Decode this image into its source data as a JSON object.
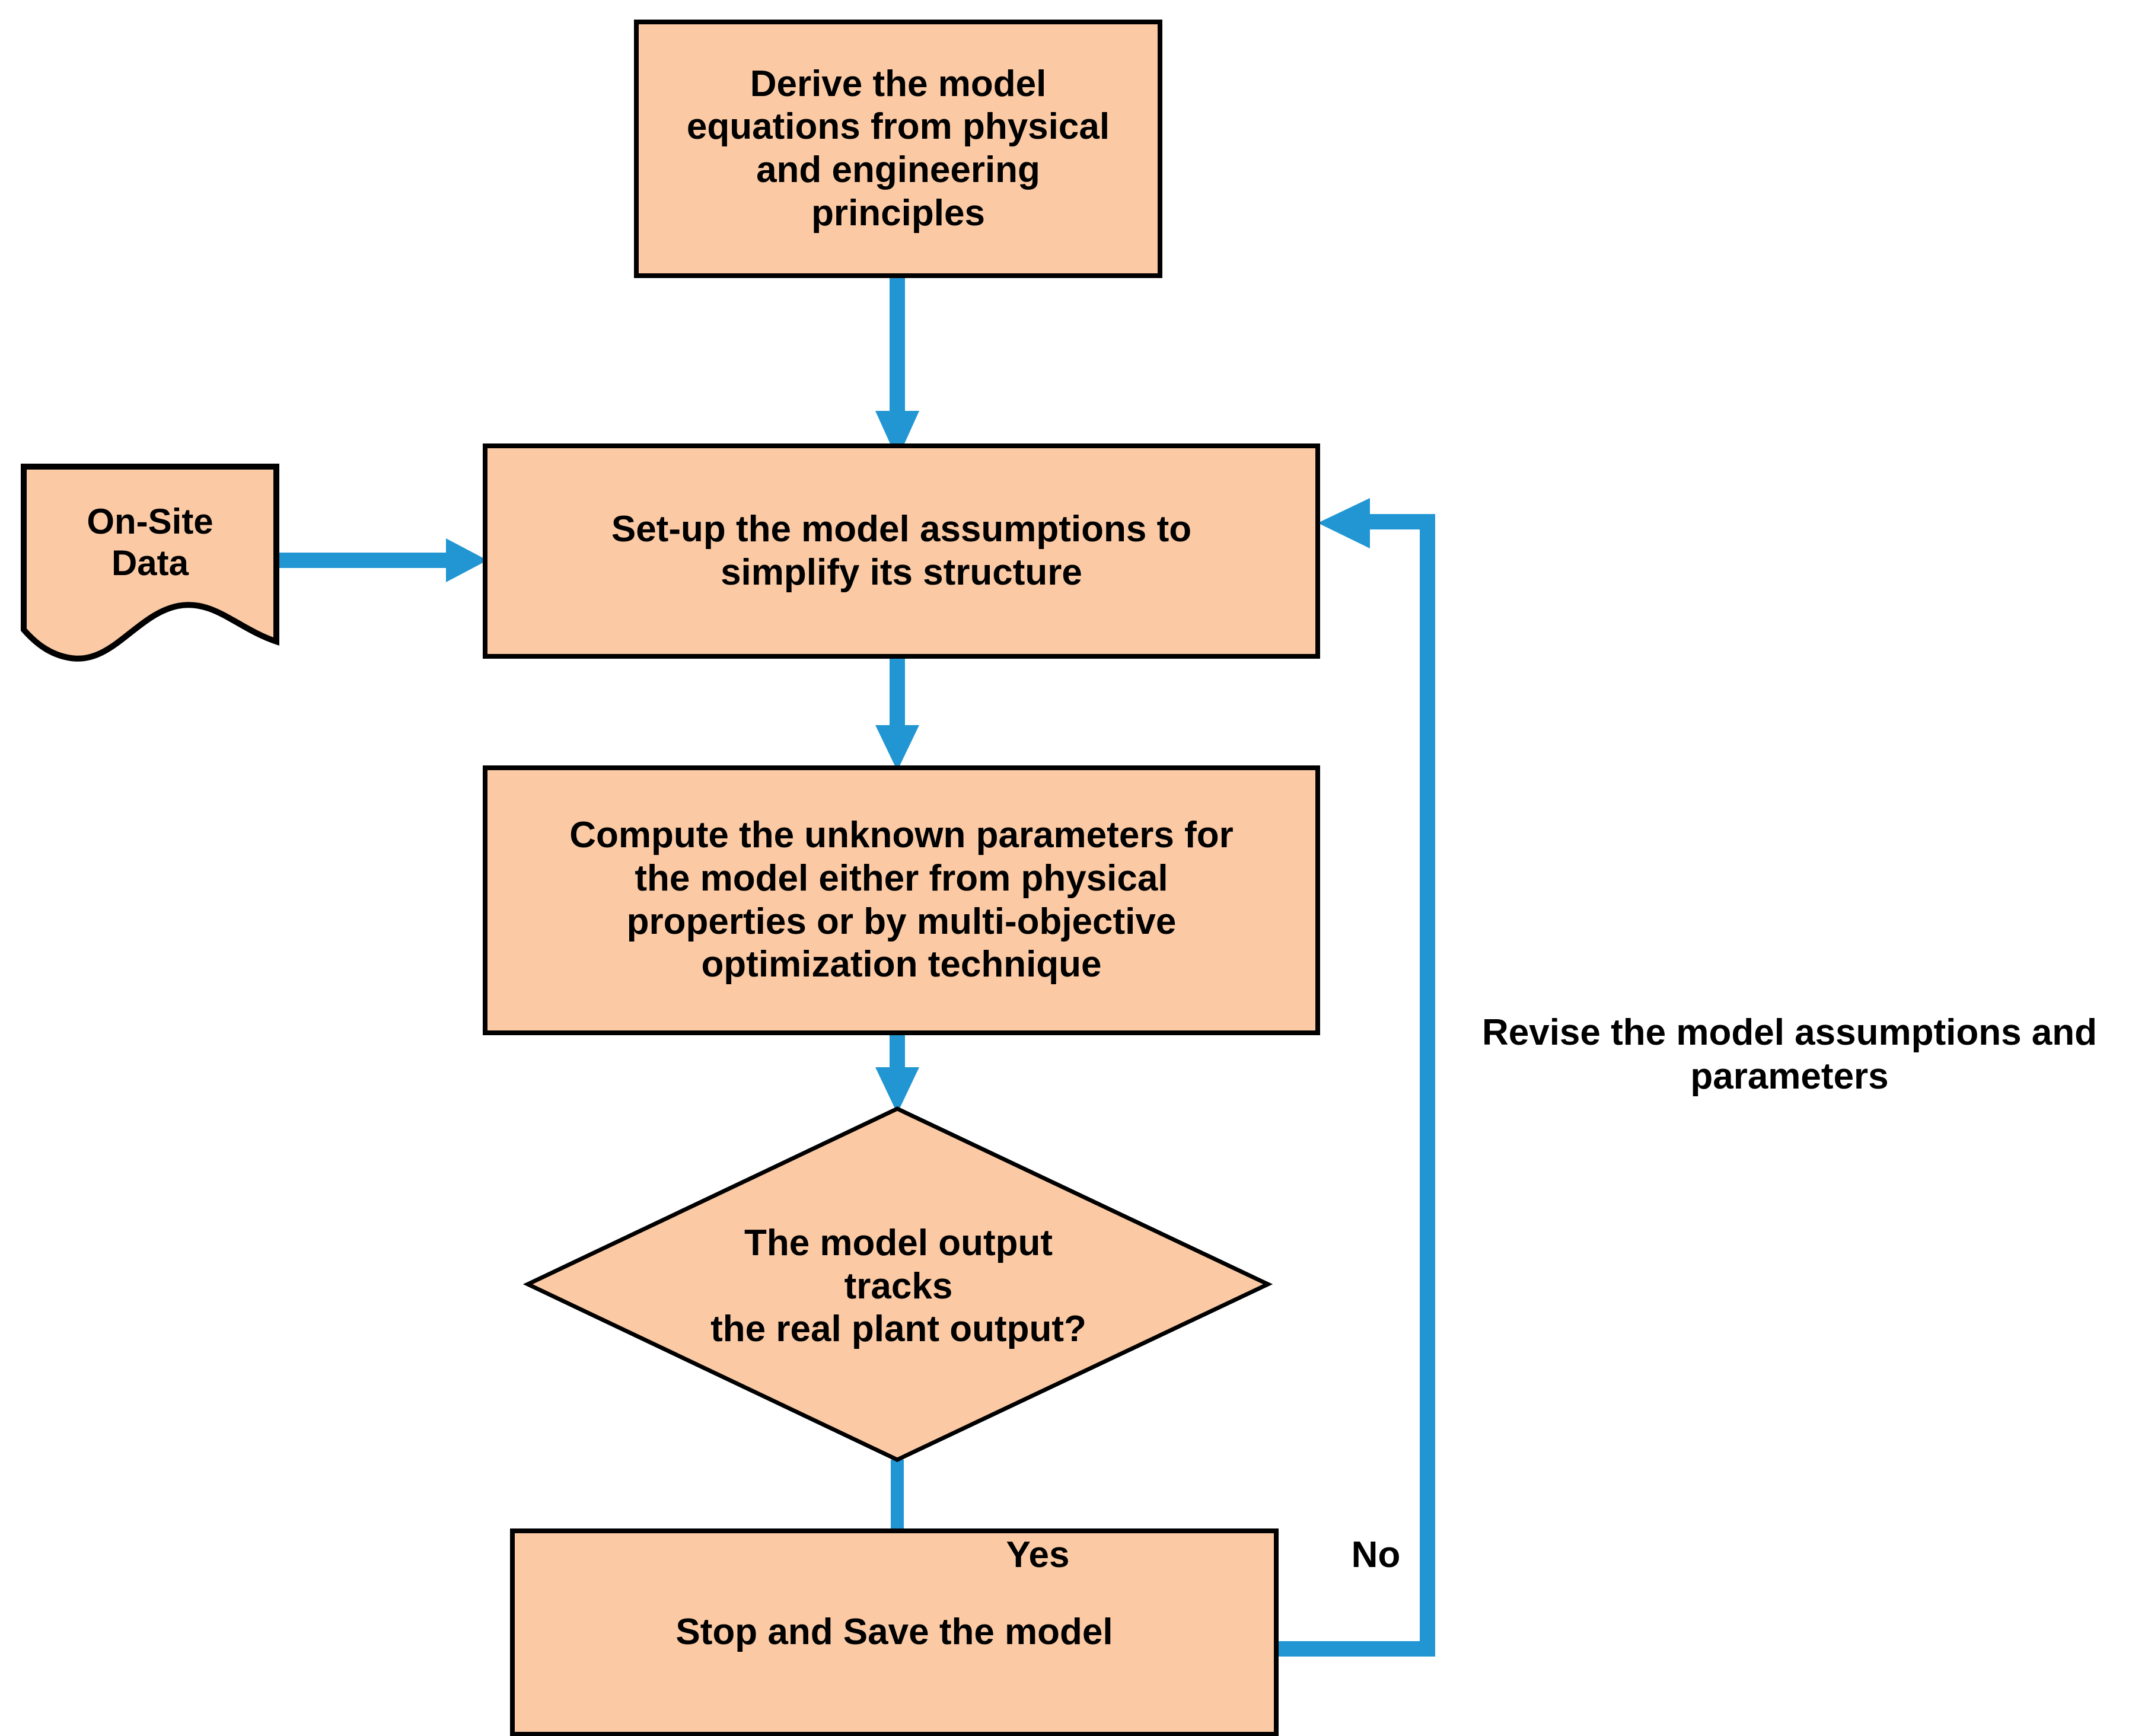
{
  "diagram": {
    "title": "Model development and validation flowchart",
    "colors": {
      "node_fill": "#FBCAA5",
      "node_stroke": "#000000",
      "arrow": "#2196D3",
      "text": "#000000",
      "background": "#FFFFFF"
    }
  },
  "nodes": [
    {
      "id": "derive-model-equations",
      "shape": "process",
      "label": "Derive the model\nequations from physical\nand engineering\nprinciples"
    },
    {
      "id": "on-site-data",
      "shape": "document",
      "label": "On-Site\nData"
    },
    {
      "id": "set-up-assumptions",
      "shape": "process",
      "label": "Set-up the model assumptions to\nsimplify its structure"
    },
    {
      "id": "compute-parameters",
      "shape": "process",
      "label": "Compute the unknown parameters for\nthe model either from physical\nproperties or by multi-objective\noptimization technique"
    },
    {
      "id": "model-output-tracks-decision",
      "shape": "decision",
      "label": "The model output\ntracks\nthe real plant output?"
    },
    {
      "id": "stop-and-save",
      "shape": "process",
      "label": "Stop and Save the model"
    }
  ],
  "edges": [
    {
      "id": "derive-to-setup",
      "from": "derive-model-equations",
      "to": "set-up-assumptions",
      "label": ""
    },
    {
      "id": "data-to-setup",
      "from": "on-site-data",
      "to": "set-up-assumptions",
      "label": ""
    },
    {
      "id": "setup-to-compute",
      "from": "set-up-assumptions",
      "to": "compute-parameters",
      "label": ""
    },
    {
      "id": "compute-to-decision",
      "from": "compute-parameters",
      "to": "model-output-tracks-decision",
      "label": ""
    },
    {
      "id": "decision-yes-to-stop",
      "from": "model-output-tracks-decision",
      "to": "stop-and-save",
      "label": "Yes"
    },
    {
      "id": "decision-no-feedback",
      "from": "stop-and-save",
      "to": "set-up-assumptions",
      "label": "No"
    }
  ],
  "edge_labels": {
    "yes": "Yes",
    "no": "No",
    "revise": "Revise the model assumptions and\nparameters"
  }
}
